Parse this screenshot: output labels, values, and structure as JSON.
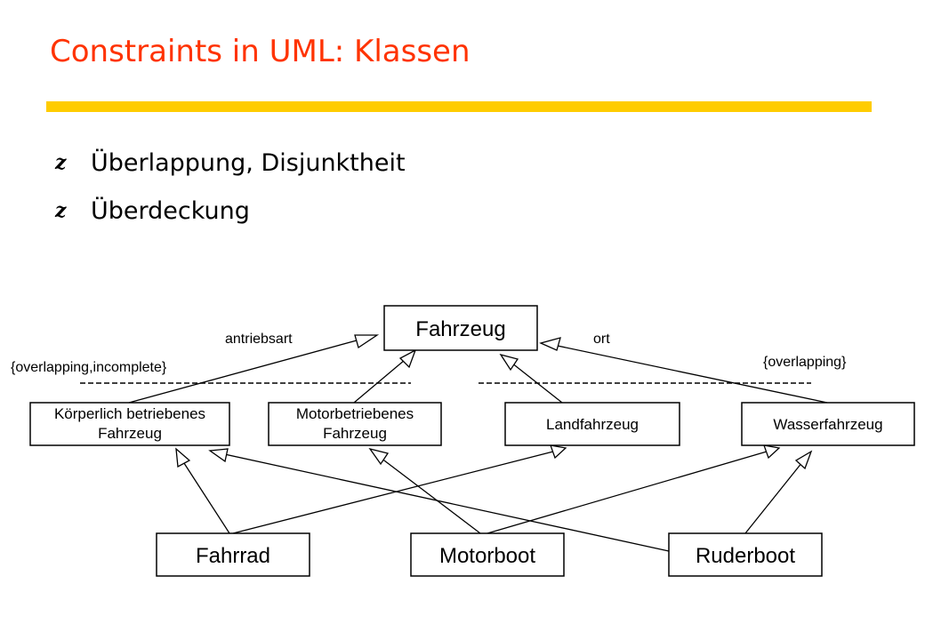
{
  "slide": {
    "title": "Constraints in UML: Klassen",
    "bullet_marker": "z",
    "bullets": [
      "Überlappung, Disjunktheit",
      "Überdeckung"
    ]
  },
  "diagram": {
    "root_class": "Fahrzeug",
    "generalization_sets": [
      {
        "discriminator": "antriebsart",
        "constraint": "{overlapping,incomplete}"
      },
      {
        "discriminator": "ort",
        "constraint": "{overlapping}"
      }
    ],
    "subclasses": [
      {
        "id": "koerperlich",
        "lines": [
          "Körperlich betriebenes",
          "Fahrzeug"
        ]
      },
      {
        "id": "motorbetrieben",
        "lines": [
          "Motorbetriebenes",
          "Fahrzeug"
        ]
      },
      {
        "id": "landfahrzeug",
        "lines": [
          "Landfahrzeug"
        ]
      },
      {
        "id": "wasserfahrzeug",
        "lines": [
          "Wasserfahrzeug"
        ]
      }
    ],
    "leaf_classes": [
      "Fahrrad",
      "Motorboot",
      "Ruderboot"
    ]
  },
  "colors": {
    "title": "#ff3300",
    "rule": "#ffcc00"
  }
}
